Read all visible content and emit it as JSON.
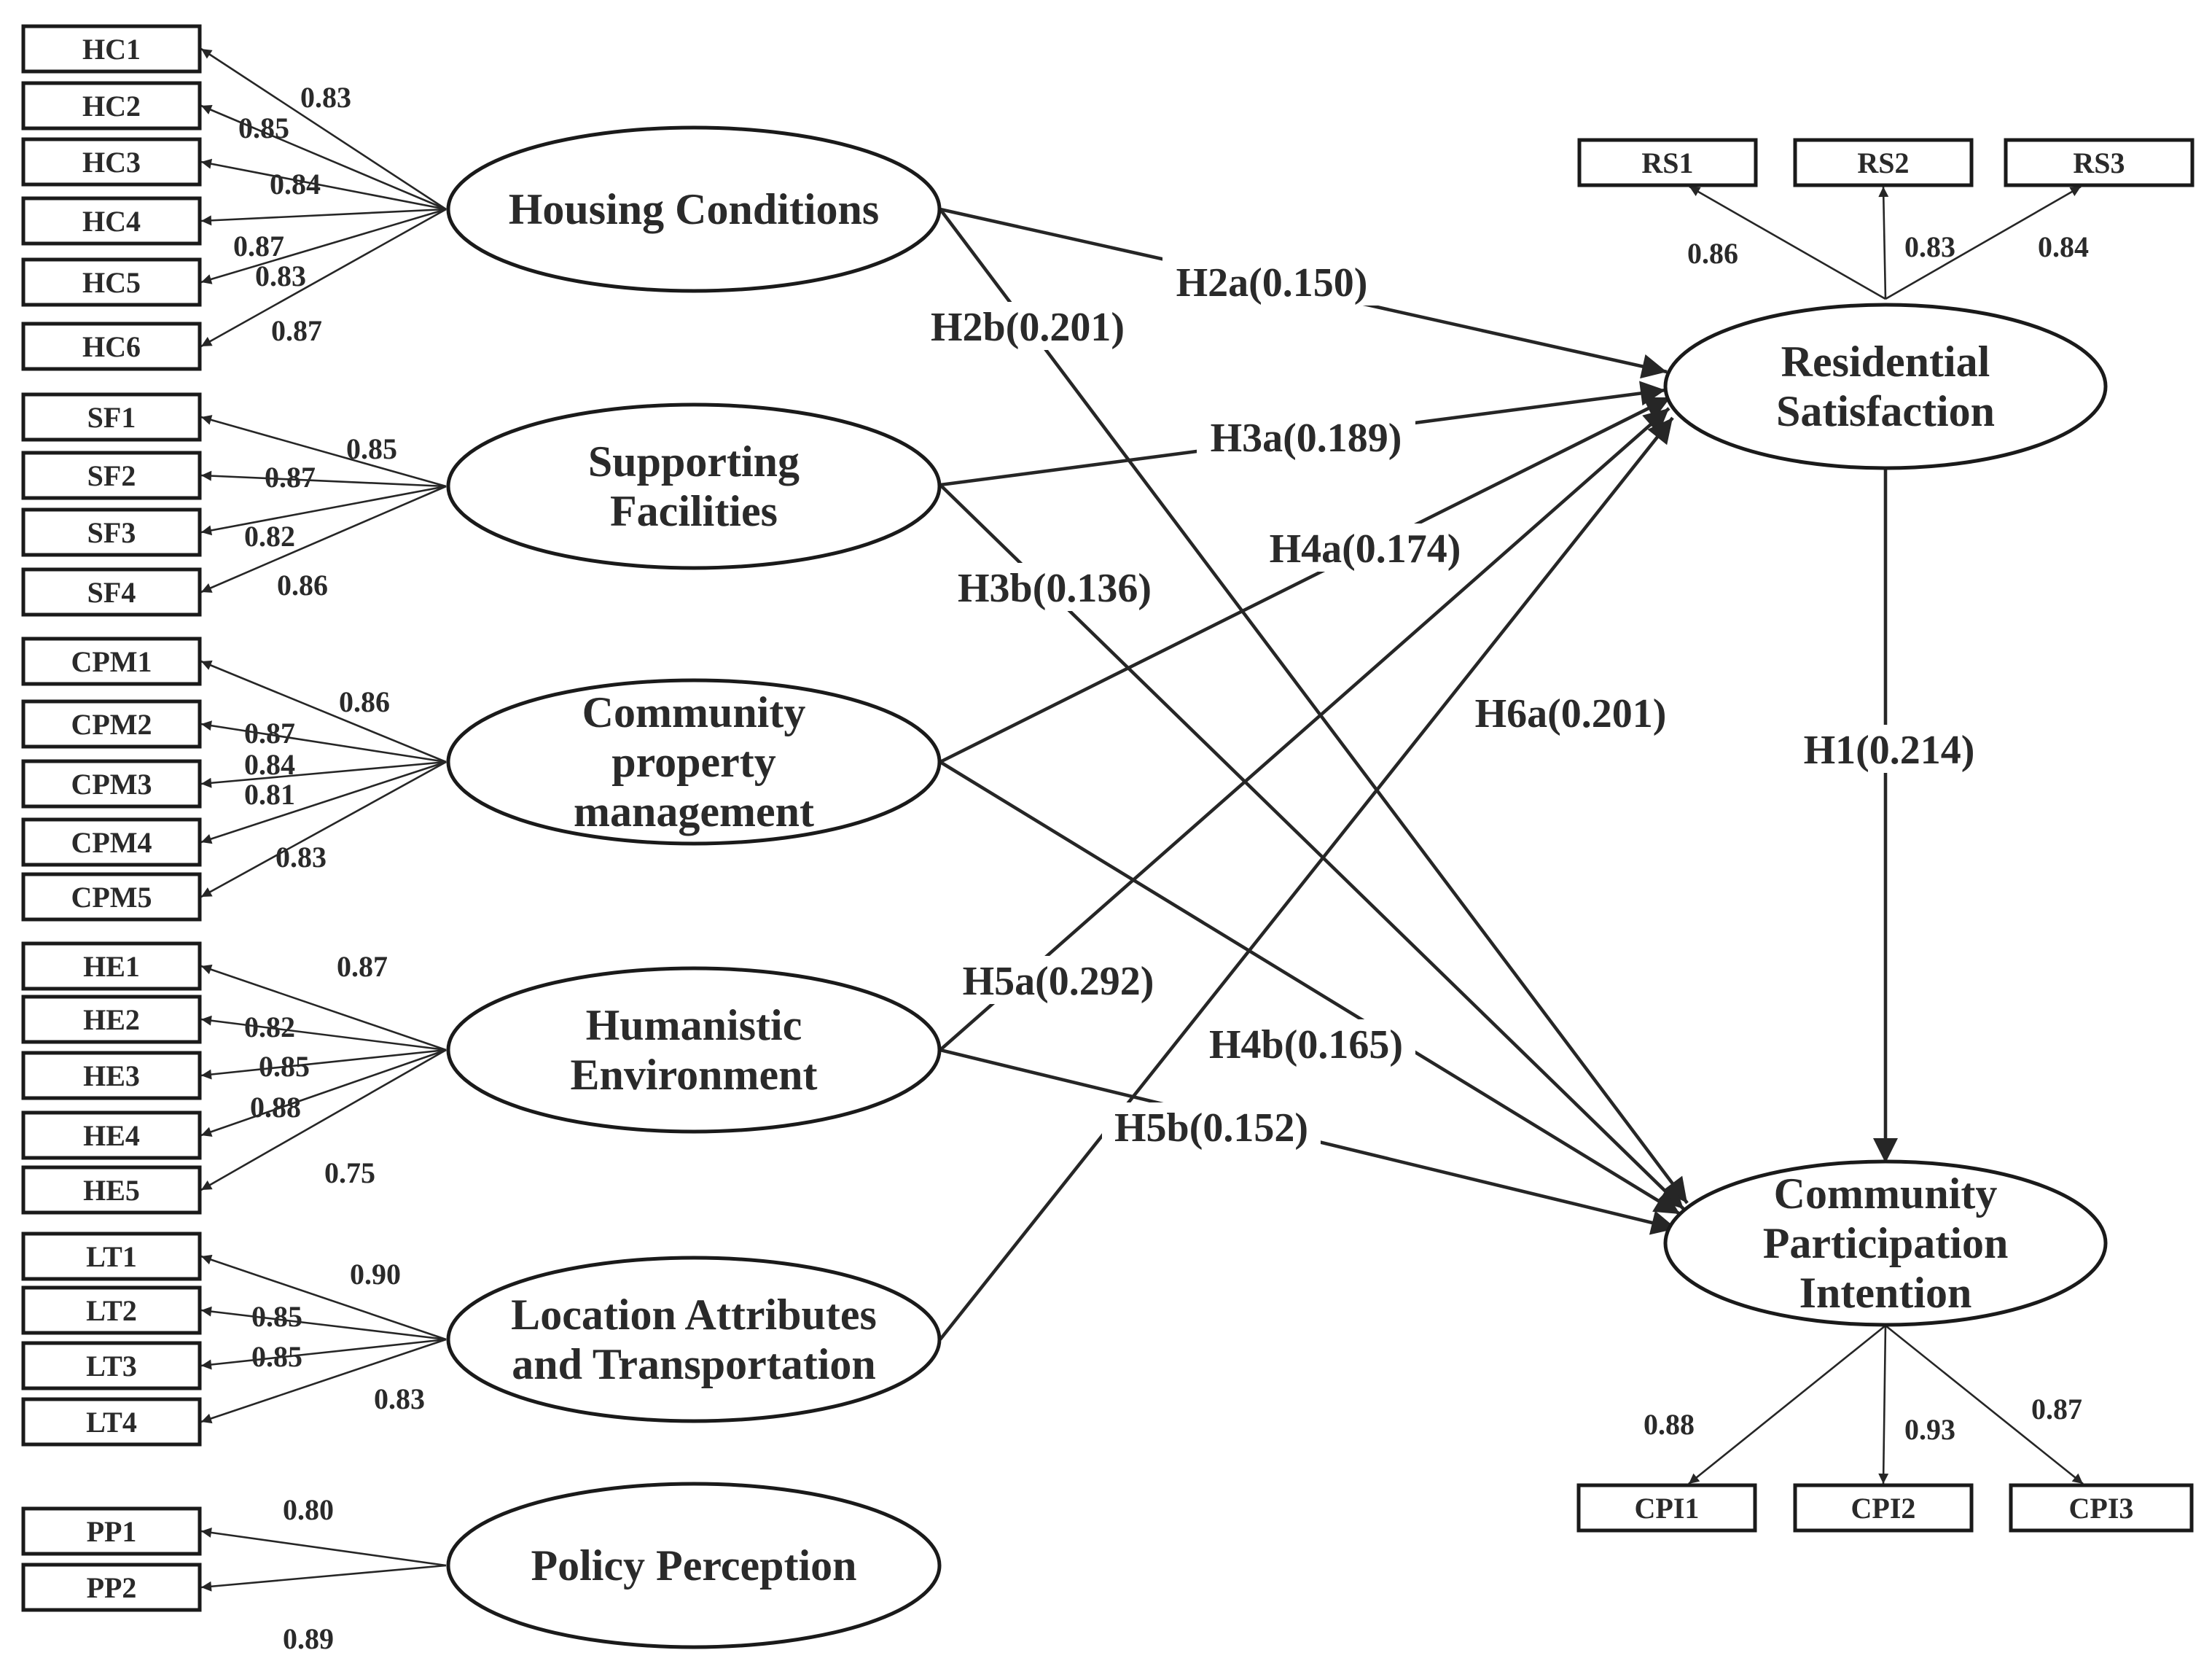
{
  "constructs": {
    "hc": {
      "lines": [
        "Housing Conditions"
      ]
    },
    "sf": {
      "lines": [
        "Supporting",
        "Facilities"
      ]
    },
    "cpm": {
      "lines": [
        "Community",
        "property",
        "management"
      ]
    },
    "he": {
      "lines": [
        "Humanistic",
        "Environment"
      ]
    },
    "lt": {
      "lines": [
        "Location Attributes",
        "and Transportation"
      ]
    },
    "pp": {
      "lines": [
        "Policy Perception"
      ]
    },
    "rs": {
      "lines": [
        "Residential",
        "Satisfaction"
      ]
    },
    "cpi": {
      "lines": [
        "Community",
        "Participation",
        "Intention"
      ]
    }
  },
  "indicators": {
    "hc": [
      {
        "label": "HC1",
        "loading": "0.83"
      },
      {
        "label": "HC2",
        "loading": "0.85"
      },
      {
        "label": "HC3",
        "loading": "0.84"
      },
      {
        "label": "HC4",
        "loading": "0.87"
      },
      {
        "label": "HC5",
        "loading": "0.83"
      },
      {
        "label": "HC6",
        "loading": "0.87"
      }
    ],
    "sf": [
      {
        "label": "SF1",
        "loading": "0.85"
      },
      {
        "label": "SF2",
        "loading": "0.87"
      },
      {
        "label": "SF3",
        "loading": "0.82"
      },
      {
        "label": "SF4",
        "loading": "0.86"
      }
    ],
    "cpm": [
      {
        "label": "CPM1",
        "loading": "0.86"
      },
      {
        "label": "CPM2",
        "loading": "0.87"
      },
      {
        "label": "CPM3",
        "loading": "0.84"
      },
      {
        "label": "CPM4",
        "loading": "0.81"
      },
      {
        "label": "CPM5",
        "loading": "0.83"
      }
    ],
    "he": [
      {
        "label": "HE1",
        "loading": "0.87"
      },
      {
        "label": "HE2",
        "loading": "0.82"
      },
      {
        "label": "HE3",
        "loading": "0.85"
      },
      {
        "label": "HE4",
        "loading": "0.88"
      },
      {
        "label": "HE5",
        "loading": "0.75"
      }
    ],
    "lt": [
      {
        "label": "LT1",
        "loading": "0.90"
      },
      {
        "label": "LT2",
        "loading": "0.85"
      },
      {
        "label": "LT3",
        "loading": "0.85"
      },
      {
        "label": "LT4",
        "loading": "0.83"
      }
    ],
    "pp": [
      {
        "label": "PP1",
        "loading": "0.80"
      },
      {
        "label": "PP2",
        "loading": "0.89"
      }
    ],
    "rs": [
      {
        "label": "RS1",
        "loading": "0.86"
      },
      {
        "label": "RS2",
        "loading": "0.83"
      },
      {
        "label": "RS3",
        "loading": "0.84"
      }
    ],
    "cpi": [
      {
        "label": "CPI1",
        "loading": "0.88"
      },
      {
        "label": "CPI2",
        "loading": "0.93"
      },
      {
        "label": "CPI3",
        "loading": "0.87"
      }
    ]
  },
  "paths": [
    {
      "id": "H1",
      "label": "H1(0.214)",
      "from": "rs",
      "to": "cpi"
    },
    {
      "id": "H2a",
      "label": "H2a(0.150)",
      "from": "hc",
      "to": "rs"
    },
    {
      "id": "H2b",
      "label": "H2b(0.201)",
      "from": "hc",
      "to": "cpi"
    },
    {
      "id": "H3a",
      "label": "H3a(0.189)",
      "from": "sf",
      "to": "rs"
    },
    {
      "id": "H3b",
      "label": "H3b(0.136)",
      "from": "sf",
      "to": "cpi"
    },
    {
      "id": "H4a",
      "label": "H4a(0.174)",
      "from": "cpm",
      "to": "rs"
    },
    {
      "id": "H4b",
      "label": "H4b(0.165)",
      "from": "cpm",
      "to": "cpi"
    },
    {
      "id": "H5a",
      "label": "H5a(0.292)",
      "from": "he",
      "to": "rs"
    },
    {
      "id": "H5b",
      "label": "H5b(0.152)",
      "from": "he",
      "to": "cpi"
    },
    {
      "id": "H6a",
      "label": "H6a(0.201)",
      "from": "lt",
      "to": "rs"
    }
  ],
  "colors": {
    "stroke": "#262626",
    "text": "#2a2a2a",
    "background": "#ffffff"
  }
}
